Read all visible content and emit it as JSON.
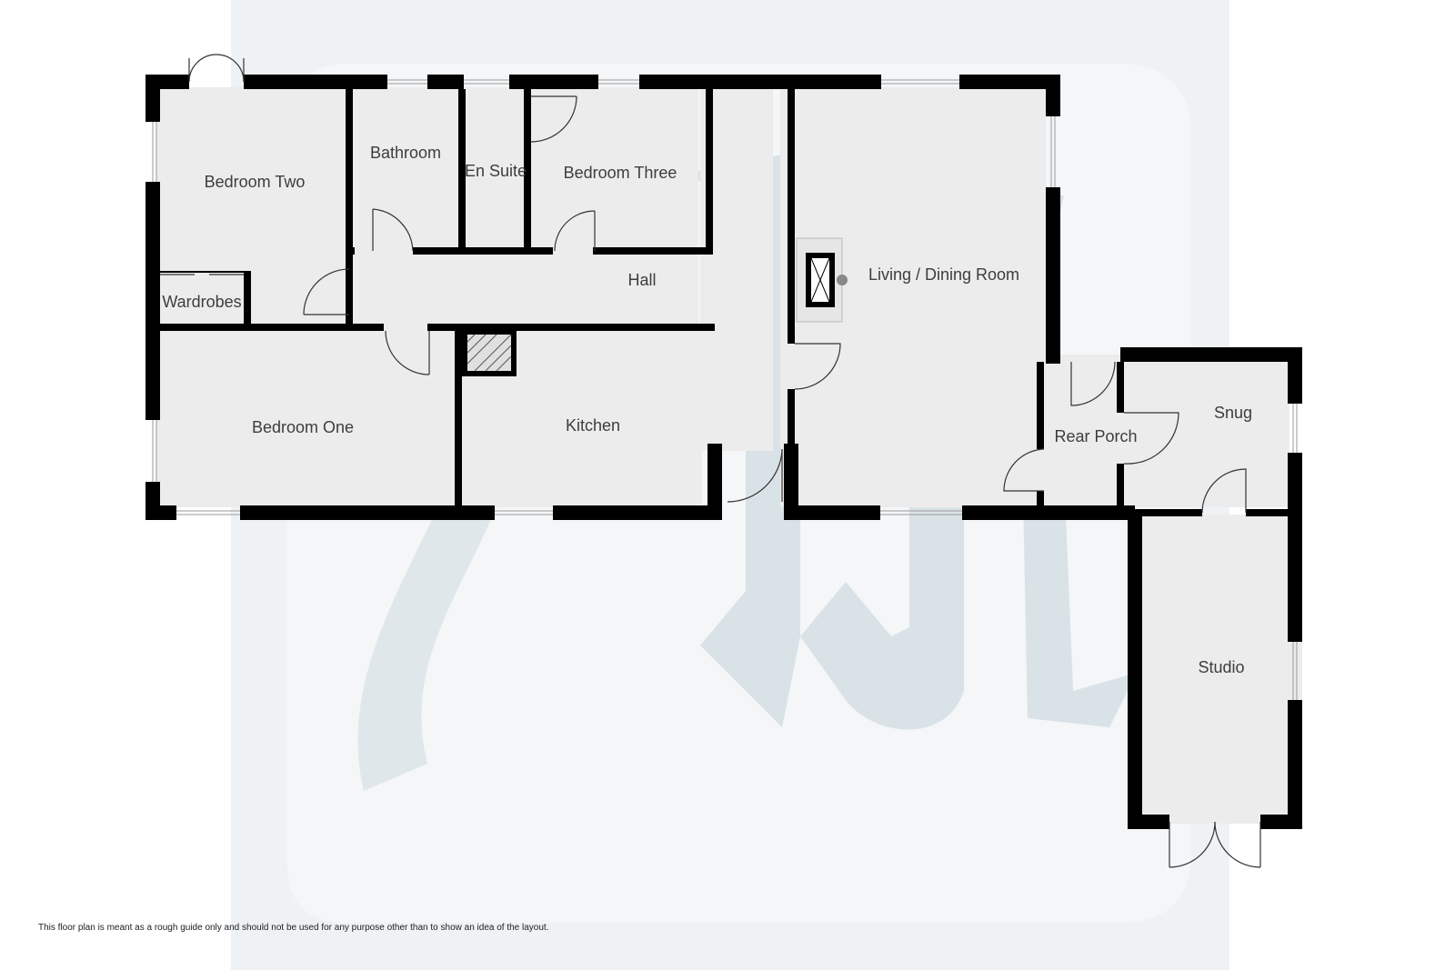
{
  "rooms": {
    "bedroom_two": "Bedroom Two",
    "bathroom": "Bathroom",
    "en_suite": "En Suite",
    "bedroom_three": "Bedroom Three",
    "wardrobes": "Wardrobes",
    "hall": "Hall",
    "living_dining": "Living / Dining Room",
    "bedroom_one": "Bedroom One",
    "kitchen": "Kitchen",
    "rear_porch": "Rear Porch",
    "snug": "Snug",
    "studio": "Studio"
  },
  "disclaimer": "This floor plan is meant as a rough guide only and should not be used for any purpose other than to show an idea of the layout.",
  "colors": {
    "wall": "#000000",
    "floor": "#ececec",
    "watermark": "#d9e2e6",
    "label": "#3d3d3d"
  }
}
